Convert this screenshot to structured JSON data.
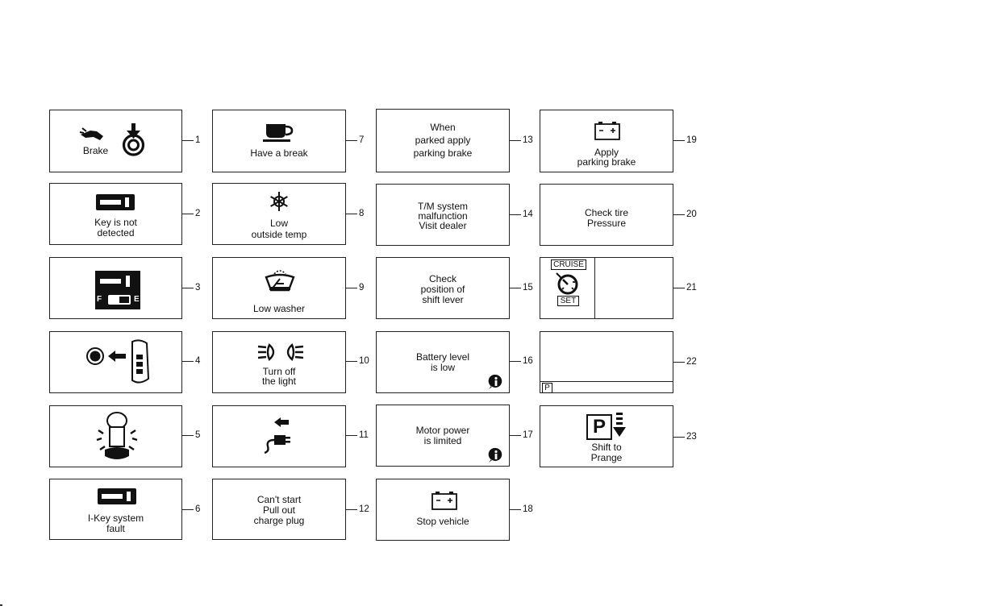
{
  "panels": [
    {
      "number": "1",
      "lines": [
        "Brake"
      ],
      "icons": [
        "hand-brake-icon",
        "push-brake-icon"
      ]
    },
    {
      "number": "2",
      "lines": [
        "Key is not",
        "detected"
      ],
      "icons": [
        "key-icon"
      ]
    },
    {
      "number": "3",
      "lines": [],
      "icons": [
        "key-icon",
        "key-battery-low-icon"
      ],
      "gauge_labels": [
        "F",
        "E"
      ]
    },
    {
      "number": "4",
      "lines": [],
      "icons": [
        "start-button-icon",
        "arrow-left-icon",
        "key-fob-icon"
      ]
    },
    {
      "number": "5",
      "lines": [],
      "icons": [
        "steering-lock-icon"
      ]
    },
    {
      "number": "6",
      "lines": [
        "I-Key system",
        "fault"
      ],
      "icons": [
        "key-icon"
      ]
    },
    {
      "number": "7",
      "lines": [
        "Have a break"
      ],
      "icons": [
        "coffee-cup-icon"
      ]
    },
    {
      "number": "8",
      "lines": [
        "Low",
        "outside temp"
      ],
      "icons": [
        "snowflake-icon"
      ]
    },
    {
      "number": "9",
      "lines": [
        "Low washer"
      ],
      "icons": [
        "washer-fluid-icon"
      ]
    },
    {
      "number": "10",
      "lines": [
        "Turn off",
        "the light"
      ],
      "icons": [
        "headlight-icon"
      ]
    },
    {
      "number": "11",
      "lines": [],
      "icons": [
        "charge-plug-icon"
      ]
    },
    {
      "number": "12",
      "lines": [
        "Can't start",
        "Pull out",
        "charge plug"
      ],
      "icons": []
    },
    {
      "number": "13",
      "lines": [
        "When",
        "parked apply",
        "parking brake"
      ],
      "icons": []
    },
    {
      "number": "14",
      "lines": [
        "T/M system",
        "malfunction",
        "Visit dealer"
      ],
      "icons": []
    },
    {
      "number": "15",
      "lines": [
        "Check",
        "position of",
        "shift lever"
      ],
      "icons": []
    },
    {
      "number": "16",
      "lines": [
        "Battery level",
        "is low"
      ],
      "icons": [
        "info-icon"
      ]
    },
    {
      "number": "17",
      "lines": [
        "Motor power",
        "is limited"
      ],
      "icons": [
        "info-icon"
      ]
    },
    {
      "number": "18",
      "lines": [
        "Stop vehicle"
      ],
      "icons": [
        "battery-icon"
      ]
    },
    {
      "number": "19",
      "lines": [
        "Apply",
        "parking brake"
      ],
      "icons": [
        "battery-icon"
      ]
    },
    {
      "number": "20",
      "lines": [
        "Check tire",
        "Pressure"
      ],
      "icons": []
    },
    {
      "number": "21",
      "lines": [],
      "icons": [
        "cruise-speedometer-icon"
      ],
      "badges": [
        "CRUISE",
        "SET"
      ]
    },
    {
      "number": "22",
      "lines": [],
      "icons": [],
      "badges": [
        "P"
      ]
    },
    {
      "number": "23",
      "lines": [
        "Shift to",
        "Prange"
      ],
      "icons": [
        "park-icon",
        "shift-down-arrow-icon"
      ],
      "badges": [
        "P"
      ]
    }
  ]
}
